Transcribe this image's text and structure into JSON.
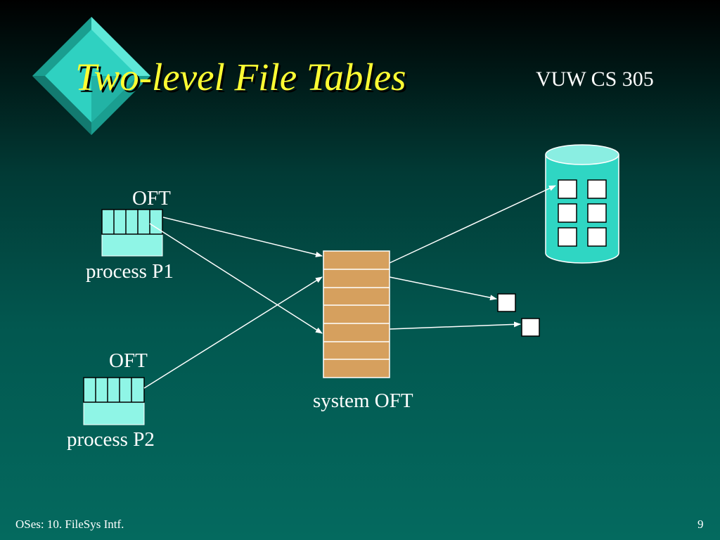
{
  "slide": {
    "title": "Two-level File Tables",
    "course": "VUW CS 305",
    "footer_left": "OSes: 10. FileSys Intf.",
    "page_number": "9"
  },
  "diagram": {
    "oft_p1_label": "OFT",
    "process_p1_label": "process P1",
    "oft_p2_label": "OFT",
    "process_p2_label": "process P2",
    "system_oft_label": "system OFT"
  },
  "colors": {
    "title": "#ffff33",
    "text": "#ffffff",
    "oft_table": "#8ff5e6",
    "system_oft": "#d6a05e",
    "disk": "#2fd6c3",
    "disk_top": "#8aeee2",
    "diamond": "#33d6c6",
    "arrow": "#ffffff"
  }
}
